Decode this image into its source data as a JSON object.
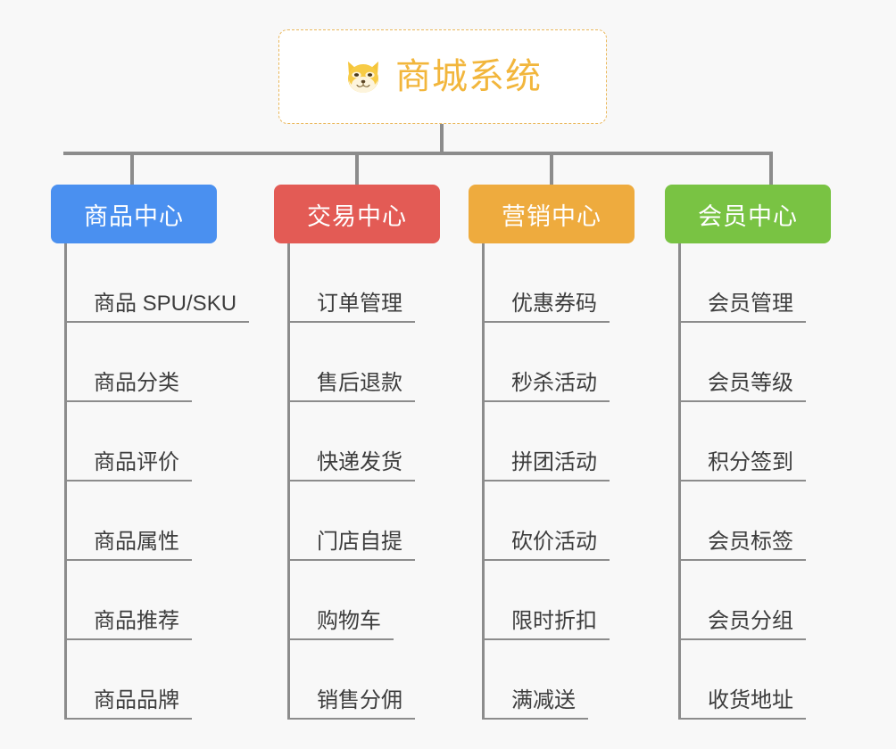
{
  "background_color": "#f8f8f8",
  "root": {
    "icon": "shiba-dog-face-icon",
    "title": "商城系统",
    "title_color": "#f2b63c",
    "border_color": "#eab85c"
  },
  "connector_color": "#8c8c8c",
  "branches": [
    {
      "label": "商品中心",
      "color": "#4a90f0",
      "items": [
        "商品 SPU/SKU",
        "商品分类",
        "商品评价",
        "商品属性",
        "商品推荐",
        "商品品牌"
      ]
    },
    {
      "label": "交易中心",
      "color": "#e35b55",
      "items": [
        "订单管理",
        "售后退款",
        "快递发货",
        "门店自提",
        "购物车",
        "销售分佣"
      ]
    },
    {
      "label": "营销中心",
      "color": "#eeab3e",
      "items": [
        "优惠券码",
        "秒杀活动",
        "拼团活动",
        "砍价活动",
        "限时折扣",
        "满减送"
      ]
    },
    {
      "label": "会员中心",
      "color": "#79c343",
      "items": [
        "会员管理",
        "会员等级",
        "积分签到",
        "会员标签",
        "会员分组",
        "收货地址"
      ]
    }
  ]
}
